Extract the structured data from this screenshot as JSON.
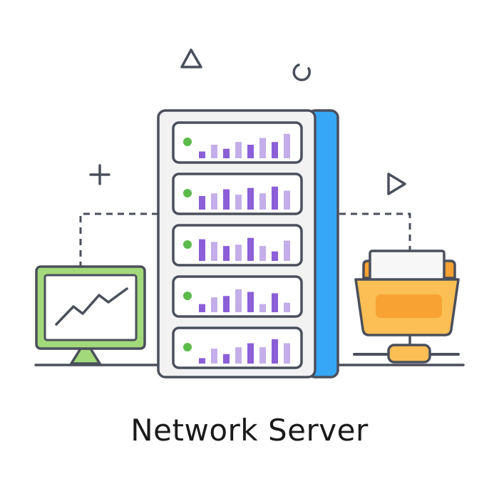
{
  "caption": "Network Server",
  "icons": {
    "server": "server-rack-icon",
    "monitor": "monitor-chart-icon",
    "folder": "network-folder-icon",
    "decorations": [
      "triangle-icon",
      "ring-icon",
      "plus-icon",
      "play-icon"
    ]
  },
  "colors": {
    "outline": "#4a4f5c",
    "rack_body": "#f2f2f3",
    "rack_side": "#36a7f5",
    "bar_dark": "#8a5fd8",
    "bar_light": "#c3aee9",
    "status_led": "#5cbb4a",
    "monitor_frame": "#a2d97a",
    "folder": "#fbbf55",
    "folder_label": "#f7a233",
    "paper": "#f7f7f7"
  },
  "rack": {
    "unit_count": 5,
    "bar_levels": [
      [
        0.25,
        0.5,
        0.35,
        0.6,
        0.5,
        0.75,
        0.6,
        0.9
      ],
      [
        0.5,
        0.6,
        0.75,
        0.55,
        0.8,
        0.6,
        0.85,
        0.7
      ],
      [
        0.8,
        0.7,
        0.55,
        0.6,
        0.85,
        0.55,
        0.35,
        0.75
      ],
      [
        0.3,
        0.55,
        0.6,
        0.85,
        0.75,
        0.3,
        0.7,
        0.35
      ],
      [
        0.2,
        0.55,
        0.35,
        0.6,
        0.75,
        0.6,
        0.9,
        0.75
      ]
    ]
  }
}
